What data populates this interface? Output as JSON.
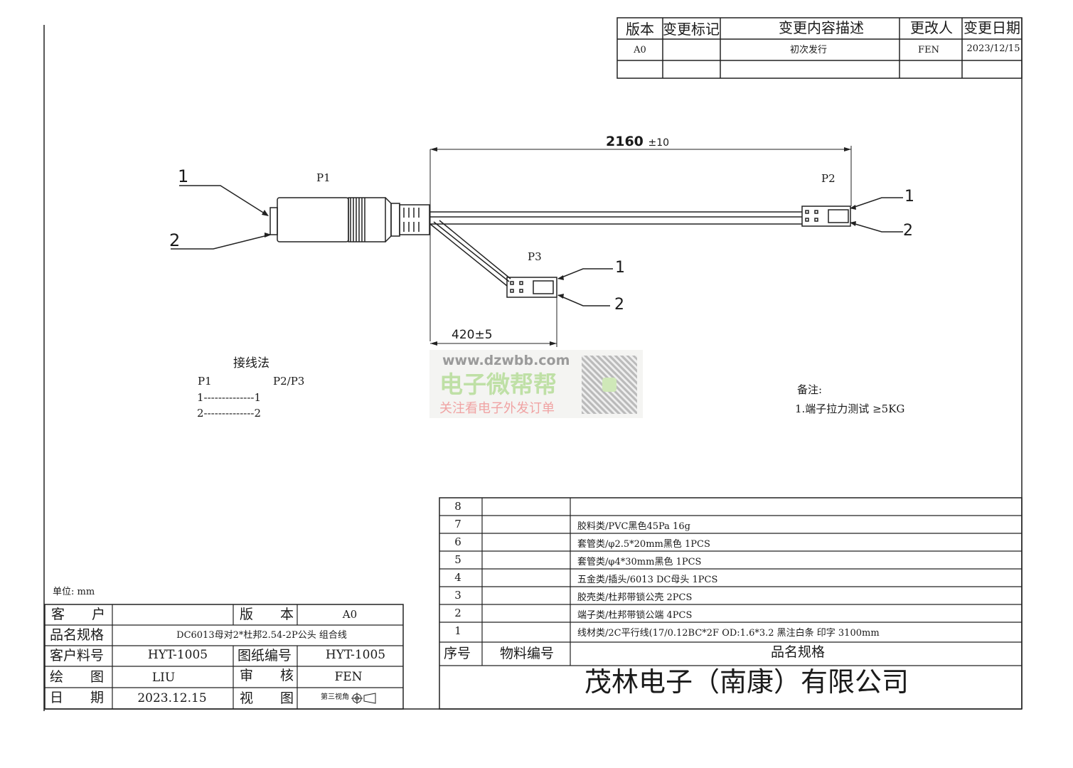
{
  "revision_table": {
    "headers": [
      "版本",
      "变更标记",
      "变更内容描述",
      "更改人",
      "变更日期"
    ],
    "rows": [
      [
        "A0",
        "",
        "初次发行",
        "FEN",
        "2023/12/15"
      ],
      [
        "",
        "",
        "",
        "",
        ""
      ]
    ]
  },
  "drawing": {
    "p1_label": "P1",
    "p2_label": "P2",
    "p3_label": "P3",
    "pin1": "1",
    "pin2": "2",
    "dim_main": "2160",
    "dim_main_tol": "±10",
    "dim_branch": "420±5"
  },
  "wiring": {
    "title": "接线法",
    "col1": "P1",
    "col2": "P2/P3",
    "rows": [
      "1--------------1",
      "2--------------2"
    ]
  },
  "notes": {
    "title": "备注:",
    "items": [
      "1.端子拉力测试 ≥5KG"
    ]
  },
  "watermark": {
    "url": "www.dzwbb.com",
    "brand": "电子微帮帮",
    "slogan": "关注看电子外发订单"
  },
  "unit": "单位: mm",
  "title_block": {
    "customer_label": "客　　户",
    "customer": "",
    "version_label": "版　　本",
    "version": "A0",
    "spec_label": "品名规格",
    "spec": "DC6013母对2*杜邦2.54-2P公头 组合线",
    "cust_pn_label": "客户料号",
    "cust_pn": "HYT-1005",
    "drawing_no_label": "图纸编号",
    "drawing_no": "HYT-1005",
    "drawn_label": "绘　　图",
    "drawn": "LIU",
    "check_label": "审　　核",
    "check": "FEN",
    "date_label": "日　　期",
    "date": "2023.12.15",
    "view_label": "视　　图",
    "view": "第三视角"
  },
  "bom": {
    "headers": [
      "序号",
      "物料编号",
      "品名规格"
    ],
    "rows": [
      {
        "no": "8",
        "pn": "",
        "spec": ""
      },
      {
        "no": "7",
        "pn": "",
        "spec": "胶料类/PVC黑色45Pa 16g"
      },
      {
        "no": "6",
        "pn": "",
        "spec": "套管类/φ2.5*20mm黑色 1PCS"
      },
      {
        "no": "5",
        "pn": "",
        "spec": "套管类/φ4*30mm黑色 1PCS"
      },
      {
        "no": "4",
        "pn": "",
        "spec": "五金类/插头/6013 DC母头 1PCS"
      },
      {
        "no": "3",
        "pn": "",
        "spec": "胶壳类/杜邦带锁公壳 2PCS"
      },
      {
        "no": "2",
        "pn": "",
        "spec": "端子类/杜邦带锁公端 4PCS"
      },
      {
        "no": "1",
        "pn": "",
        "spec": "线材类/2C平行线(17/0.12BC*2F   OD:1.6*3.2  黑注白条 印字  3100mm"
      }
    ],
    "company": "茂林电子（南康）有限公司"
  }
}
